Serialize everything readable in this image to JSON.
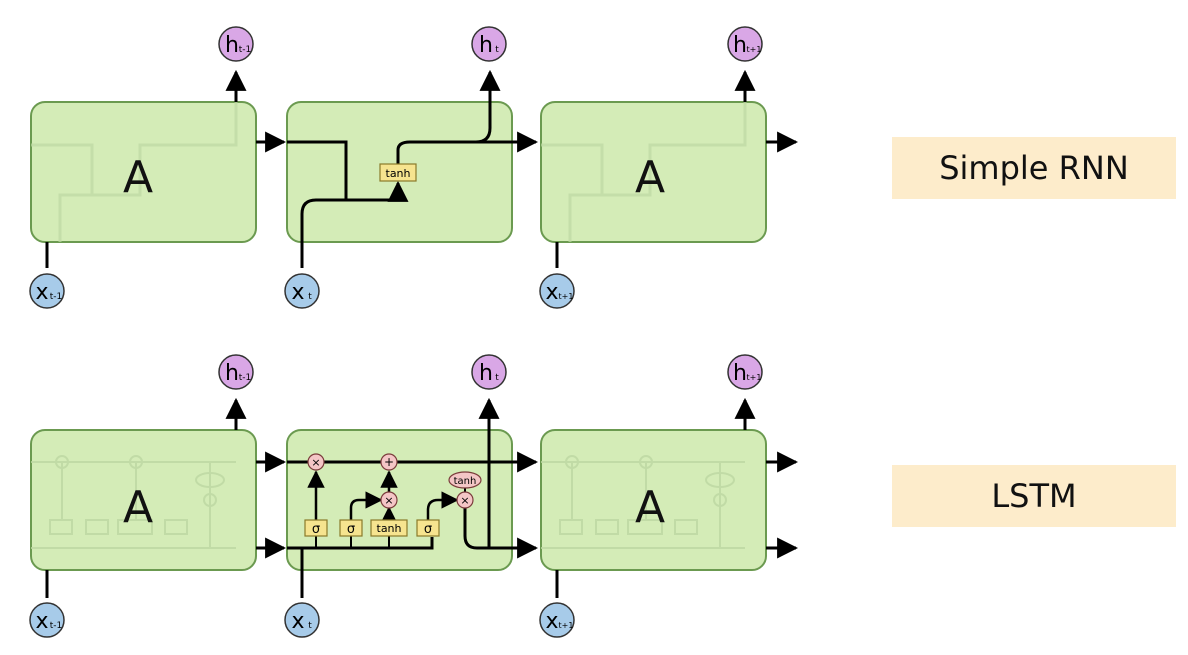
{
  "labels": {
    "simple_rnn": "Simple RNN",
    "lstm": "LSTM"
  },
  "cell_label": "A",
  "nodes": {
    "h": "h",
    "x": "x",
    "sub_prev": "t-1",
    "sub_cur": "t",
    "sub_next": "t+1"
  },
  "ops": {
    "tanh": "tanh",
    "sigma": "σ",
    "times": "×",
    "plus": "+"
  },
  "colors": {
    "cell_fill": "#d4ecb7",
    "cell_stroke": "#6b9a50",
    "input_node": "#a7cbe9",
    "output_node": "#d9a7e6",
    "gate_box": "#f6e48f",
    "pointwise": "#f4c6c6",
    "label_bg": "#fdeccb"
  }
}
